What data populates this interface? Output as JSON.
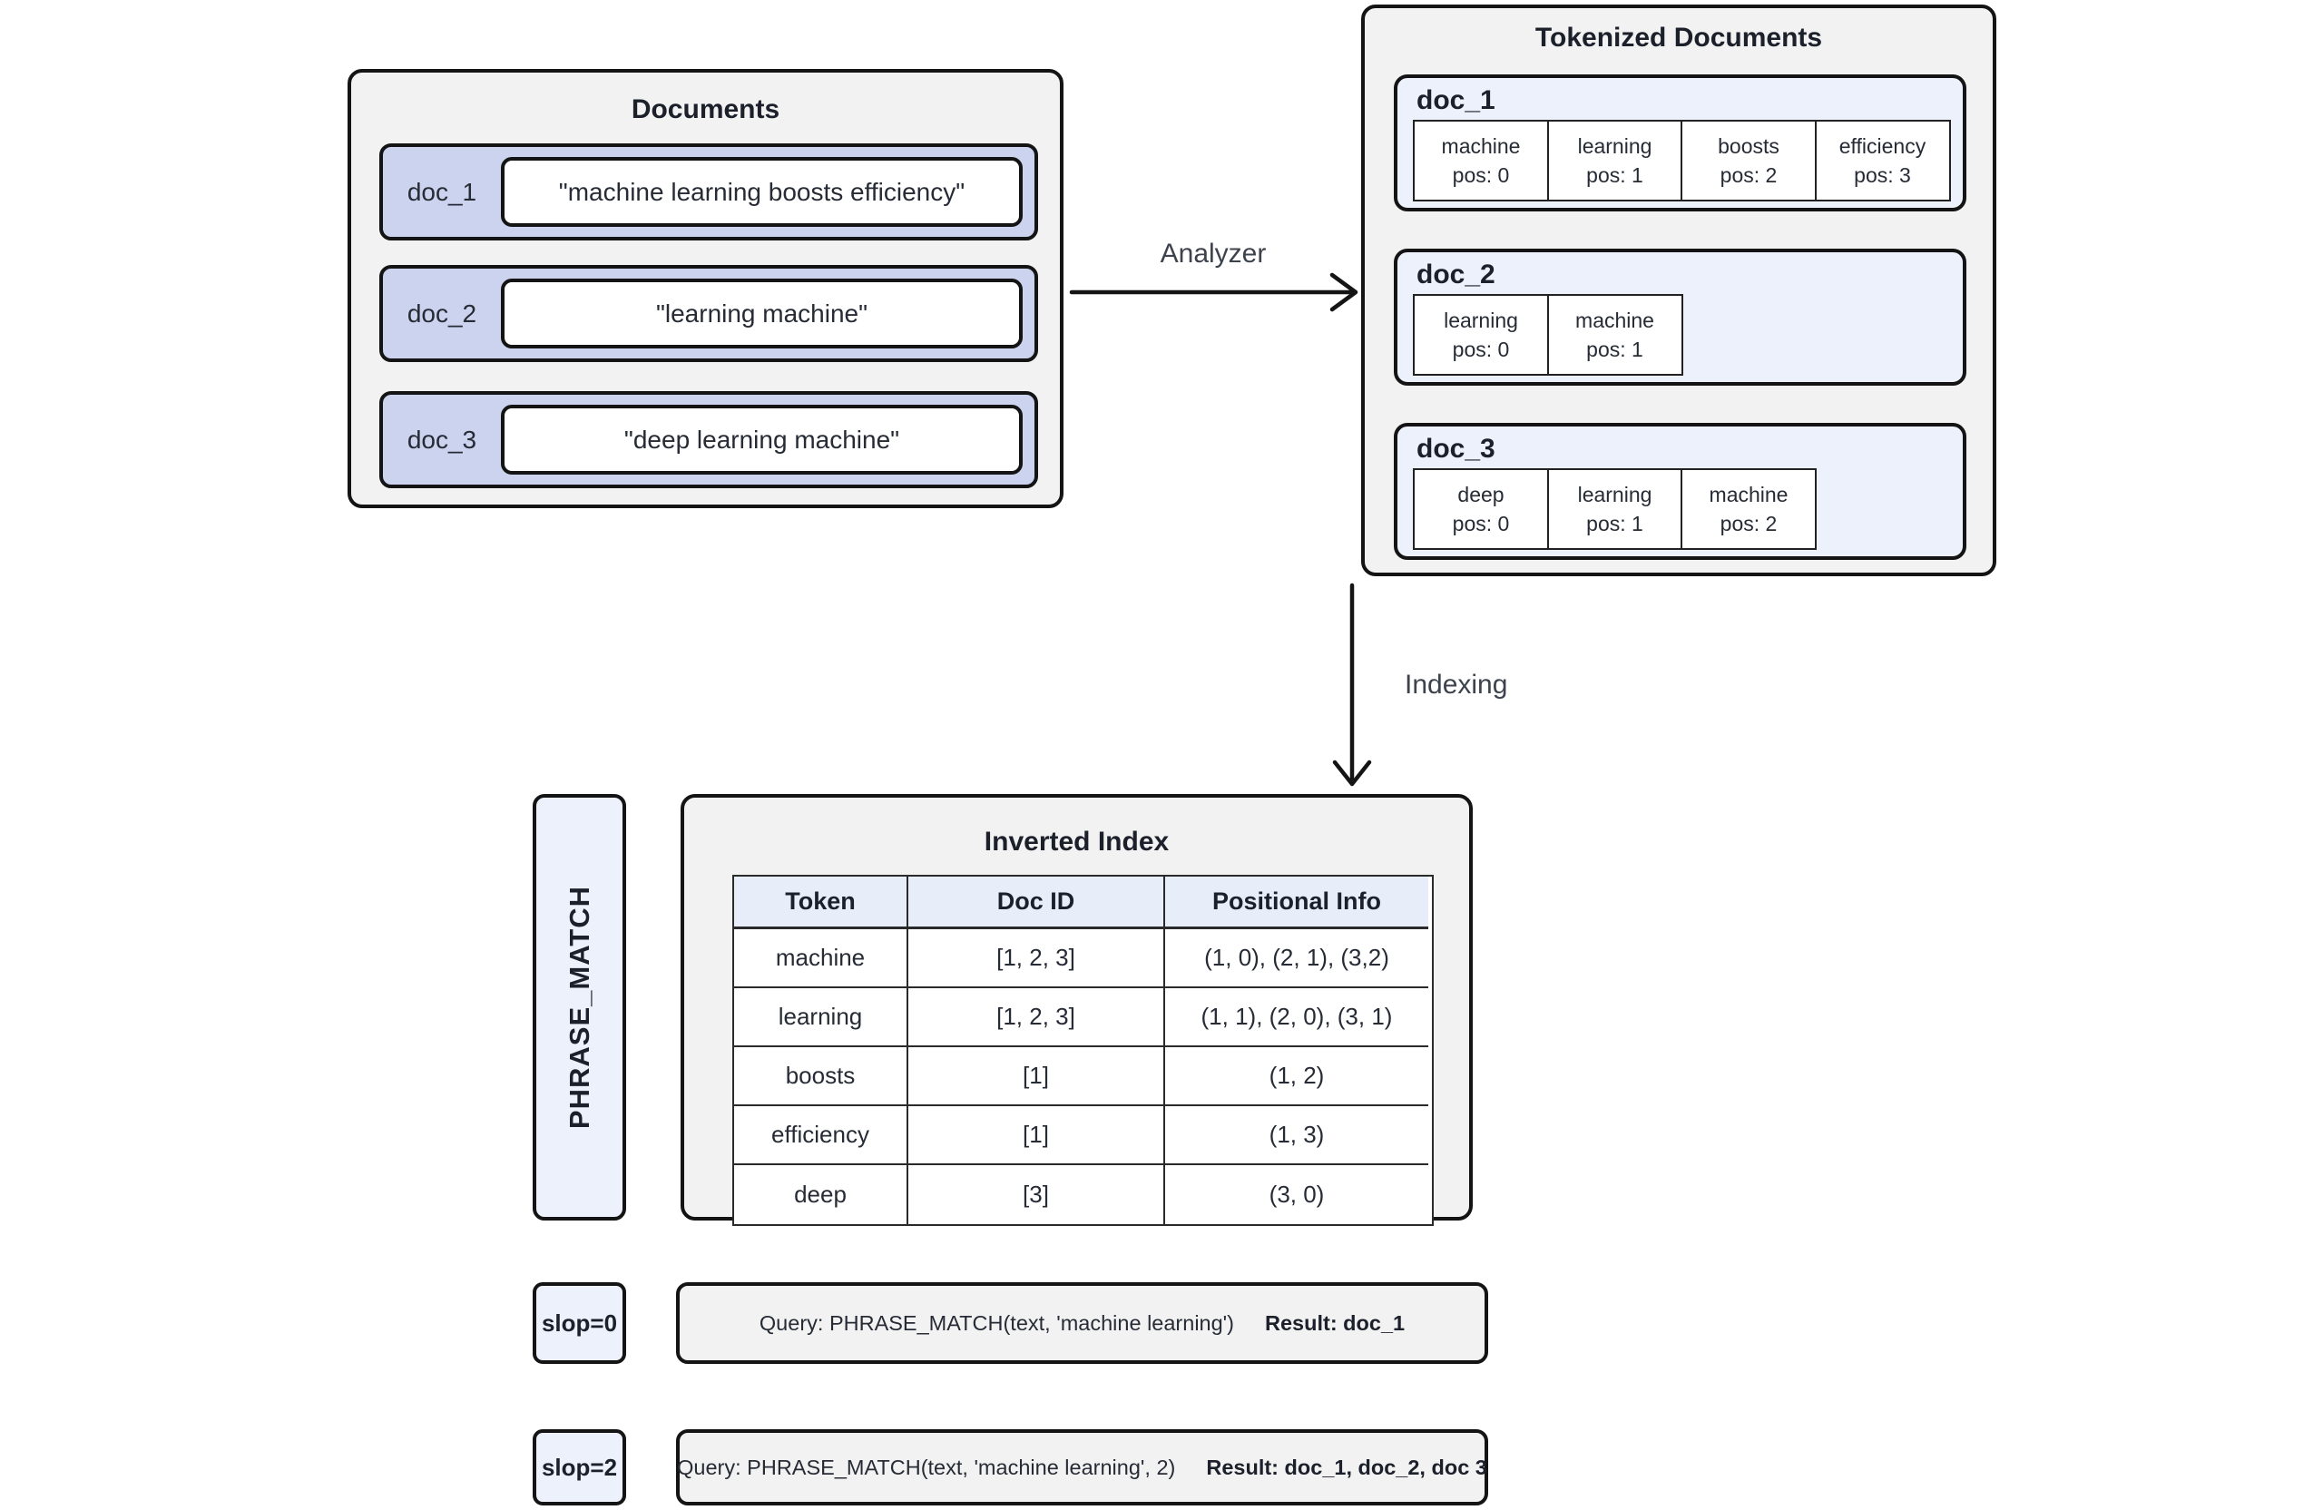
{
  "documents_panel": {
    "title": "Documents",
    "docs": [
      {
        "id": "doc_1",
        "text": "\"machine learning boosts efficiency\""
      },
      {
        "id": "doc_2",
        "text": "\"learning machine\""
      },
      {
        "id": "doc_3",
        "text": "\"deep learning machine\""
      }
    ]
  },
  "analyzer_label": "Analyzer",
  "tokenized_panel": {
    "title": "Tokenized Documents",
    "docs": [
      {
        "id": "doc_1",
        "tokens": [
          {
            "token": "machine",
            "pos": "pos: 0"
          },
          {
            "token": "learning",
            "pos": "pos: 1"
          },
          {
            "token": "boosts",
            "pos": "pos: 2"
          },
          {
            "token": "efficiency",
            "pos": "pos: 3"
          }
        ]
      },
      {
        "id": "doc_2",
        "tokens": [
          {
            "token": "learning",
            "pos": "pos: 0"
          },
          {
            "token": "machine",
            "pos": "pos: 1"
          }
        ]
      },
      {
        "id": "doc_3",
        "tokens": [
          {
            "token": "deep",
            "pos": "pos: 0"
          },
          {
            "token": "learning",
            "pos": "pos: 1"
          },
          {
            "token": "machine",
            "pos": "pos: 2"
          }
        ]
      }
    ]
  },
  "indexing_label": "Indexing",
  "phrase_match_label": "PHRASE_MATCH",
  "inverted_index": {
    "title": "Inverted Index",
    "columns": [
      "Token",
      "Doc ID",
      "Positional Info"
    ],
    "rows": [
      [
        "machine",
        "[1, 2, 3]",
        "(1, 0), (2, 1), (3,2)"
      ],
      [
        "learning",
        "[1, 2, 3]",
        "(1, 1), (2, 0), (3, 1)"
      ],
      [
        "boosts",
        "[1]",
        "(1, 2)"
      ],
      [
        "efficiency",
        "[1]",
        "(1, 3)"
      ],
      [
        "deep",
        "[3]",
        "(3, 0)"
      ]
    ]
  },
  "queries": [
    {
      "slop": "slop=0",
      "query": "Query: PHRASE_MATCH(text, 'machine learning')",
      "result": "Result: doc_1"
    },
    {
      "slop": "slop=2",
      "query": "Query: PHRASE_MATCH(text, 'machine learning', 2)",
      "result": "Result: doc_1, doc_2, doc 3"
    }
  ],
  "colors": {
    "panel_gray": "#f2f2f2",
    "doc_row_periwinkle": "#ccd3ee",
    "tokenized_doc_blue": "#edf1fb",
    "table_header_blue": "#e7edf9",
    "accent_box_blue": "#ecf1fb",
    "border_black": "#141414",
    "text_dark": "#21262f"
  }
}
